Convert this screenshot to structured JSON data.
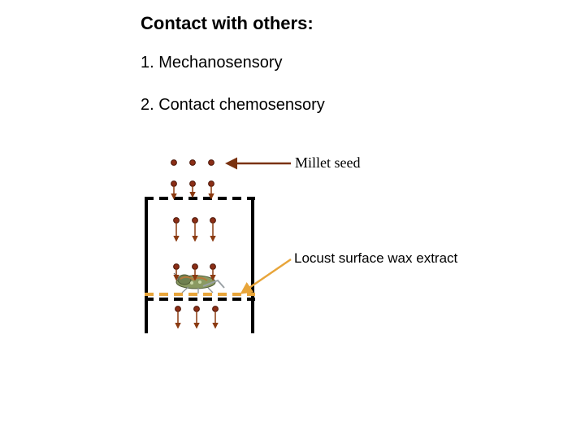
{
  "slide": {
    "title": "Contact with others:",
    "items": [
      "1. Mechanosensory",
      "2. Contact chemosensory"
    ]
  },
  "diagram": {
    "labels": {
      "seed": "Millet seed",
      "wax": "Locust surface wax extract"
    },
    "colors": {
      "seed_fill": "#8b2e16",
      "seed_outline": "#4a1608",
      "seed_arrow": "#8b3a10",
      "wax_line": "#e8a53a",
      "seed_pointer": "#7a3210",
      "wax_pointer": "#e8a53a",
      "cage": "#000000"
    },
    "icons": {
      "locust": "locust-icon",
      "seed": "seed-icon"
    }
  }
}
